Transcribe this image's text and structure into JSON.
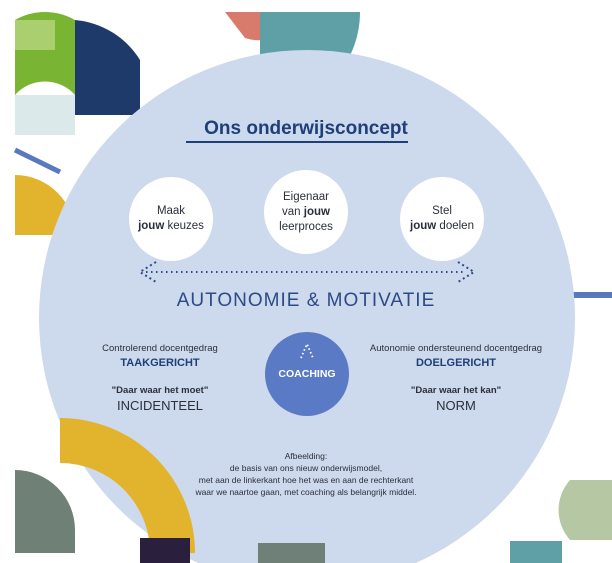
{
  "title": "Ons onderwijsconcept",
  "bubbles": {
    "left": {
      "line1": "Maak",
      "bold": "jouw",
      "rest": " keuzes"
    },
    "middle": {
      "line1": "Eigenaar",
      "pre": "van ",
      "bold": "jouw",
      "line3": "leerproces"
    },
    "right": {
      "line1": "Stel",
      "bold": "jouw",
      "rest": " doelen"
    }
  },
  "concept": "AUTONOMIE & MOTIVATIE",
  "left_side": {
    "subtitle": "Controlerend docentgedrag",
    "label": "TAAKGERICHT",
    "quote": "\"Daar waar het moet\"",
    "value": "INCIDENTEEL"
  },
  "right_side": {
    "subtitle": "Autonomie ondersteunend docentgedrag",
    "label": "DOELGERICHT",
    "quote": "\"Daar waar het kan\"",
    "value": "NORM"
  },
  "center": {
    "label": "COACHING"
  },
  "caption": {
    "line1": "Afbeelding:",
    "line2": "de basis van ons nieuw onderwijsmodel,",
    "line3": "met aan de linkerkant hoe het was en aan de rechterkant",
    "line4": "waar we naartoe gaan, met coaching als belangrijk middel."
  },
  "colors": {
    "circle_bg": "#cdd9ec",
    "coaching": "#5b7ac6",
    "title": "#1f3f78",
    "green": "#7ab433",
    "navy": "#1e3a6b",
    "teal": "#5f9fa6",
    "salmon": "#d97b6c",
    "yellow": "#e2b42e",
    "gray_green": "#6f8076",
    "sage": "#b5c8a3",
    "dark_purple": "#2a1f3d",
    "blue_line": "#5a78c0"
  }
}
